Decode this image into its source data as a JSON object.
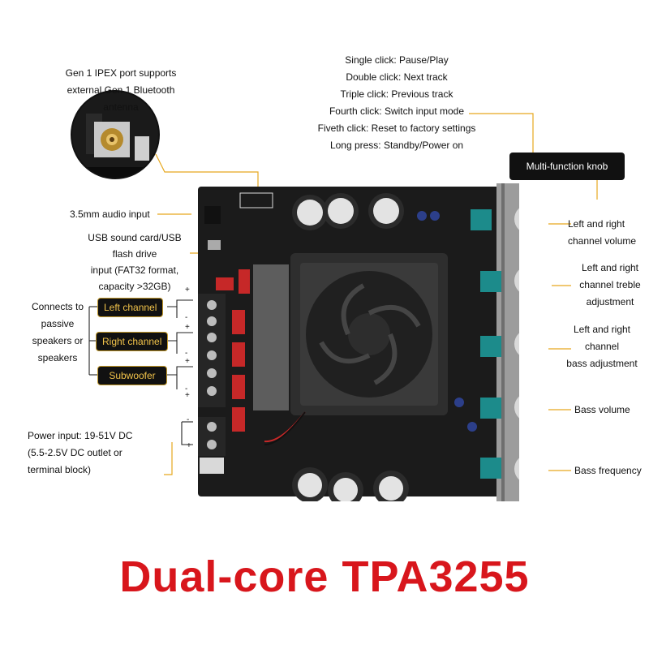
{
  "ipex_note": [
    "Gen 1 IPEX port supports",
    "external Gen 1 Bluetooth antenna"
  ],
  "knob_functions": [
    "Single click: Pause/Play",
    "Double click: Next track",
    "Triple click: Previous track",
    "Fourth click: Switch input mode",
    "Fiveth click: Reset to factory settings",
    "Long press: Standby/Power on"
  ],
  "multi_function_knob": "Multi-function knob",
  "audio_input": "3.5mm audio input",
  "usb_input": [
    "USB sound card/USB",
    "flash drive",
    "input (FAT32 format,",
    "capacity >32GB)"
  ],
  "speakers_note": [
    "Connects to",
    "passive",
    "speakers or",
    "speakers"
  ],
  "channels": [
    "Left channel",
    "Right channel",
    "Subwoofer"
  ],
  "power_input": [
    "Power input: 19-51V DC",
    "(5.5-2.5V DC outlet or",
    "terminal block)"
  ],
  "right_controls": {
    "volume": [
      "Left and right",
      "channel volume"
    ],
    "treble": [
      "Left and right",
      "channel treble",
      "adjustment"
    ],
    "bass": [
      "Left and right",
      "channel",
      "bass adjustment"
    ],
    "bass_volume": "Bass volume",
    "bass_frequency": "Bass frequency"
  },
  "terminal_signs": [
    "+",
    "-",
    "+",
    "-",
    "+",
    "-",
    "+",
    "-",
    "+"
  ],
  "headline": "Dual-core TPA3255",
  "colors": {
    "leader": "#e7a81f",
    "headline": "#d8161c",
    "pcb": "#1b1b1b"
  }
}
